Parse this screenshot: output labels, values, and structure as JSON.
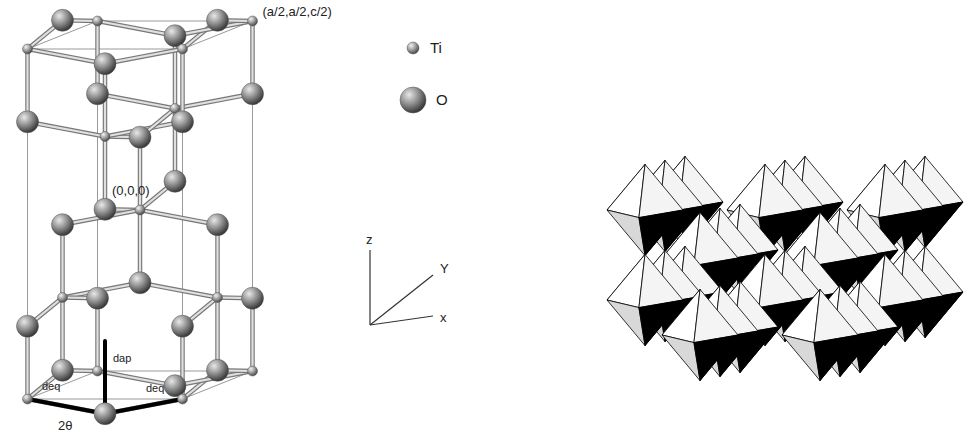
{
  "diagram": {
    "labels": [
      "(a/2,a/2,c/2)",
      "(0,0,0)",
      "z",
      "Y",
      "x",
      "dap",
      "deq",
      "deq",
      "2θ"
    ],
    "legend": [
      {
        "text": "Ti"
      },
      {
        "text": "O"
      }
    ]
  }
}
